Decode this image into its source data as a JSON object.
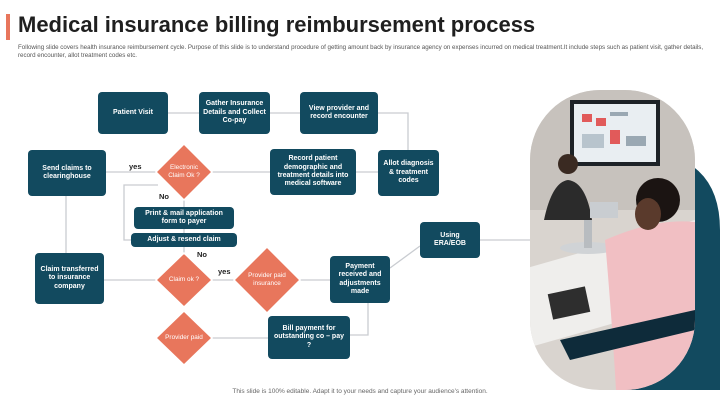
{
  "title": "Medical insurance billing reimbursement process",
  "subtitle": "Following slide covers health insurance reimbursement cycle. Purpose of this slide is to understand procedure of getting amount back by insurance agency on expenses incurred on medical treatment.It include steps such as patient visit, gather details, record encounter, allot treatment codes etc.",
  "footer": "This slide is 100% editable. Adapt it to your needs and capture your audience's attention.",
  "nodes": {
    "patient_visit": "Patient Visit",
    "gather_insurance": "Gather Insurance Details and Collect Co-pay",
    "view_provider": "View provider and record encounter",
    "record_patient": "Record patient demographic and treatment details into medical software",
    "allot_diagnosis": "Allot diagnosis & treatment codes",
    "send_claims": "Send claims to clearinghouse",
    "electronic_claim": "Electronic Claim Ok ?",
    "print_mail": "Print & mail application form to payer",
    "adjust_resend": "Adjust & resend claim",
    "claim_transferred": "Claim transferred to insurance company",
    "claim_ok": "Claim ok ?",
    "provider_paid_insurance": "Provider paid insurance",
    "payment_received": "Payment received and adjustments made",
    "using_era": "Using ERA/EOB",
    "provider_paid": "Provider paid",
    "bill_payment": "Bill payment for outstanding co – pay ?"
  },
  "edge_labels": {
    "yes_1": "yes",
    "no_1": "No",
    "no_2": "No",
    "yes_2": "yes"
  },
  "colors": {
    "box": "#124a5f",
    "diamond": "#e8765c",
    "accent": "#e8765c",
    "connector": "#c9ccd1"
  }
}
